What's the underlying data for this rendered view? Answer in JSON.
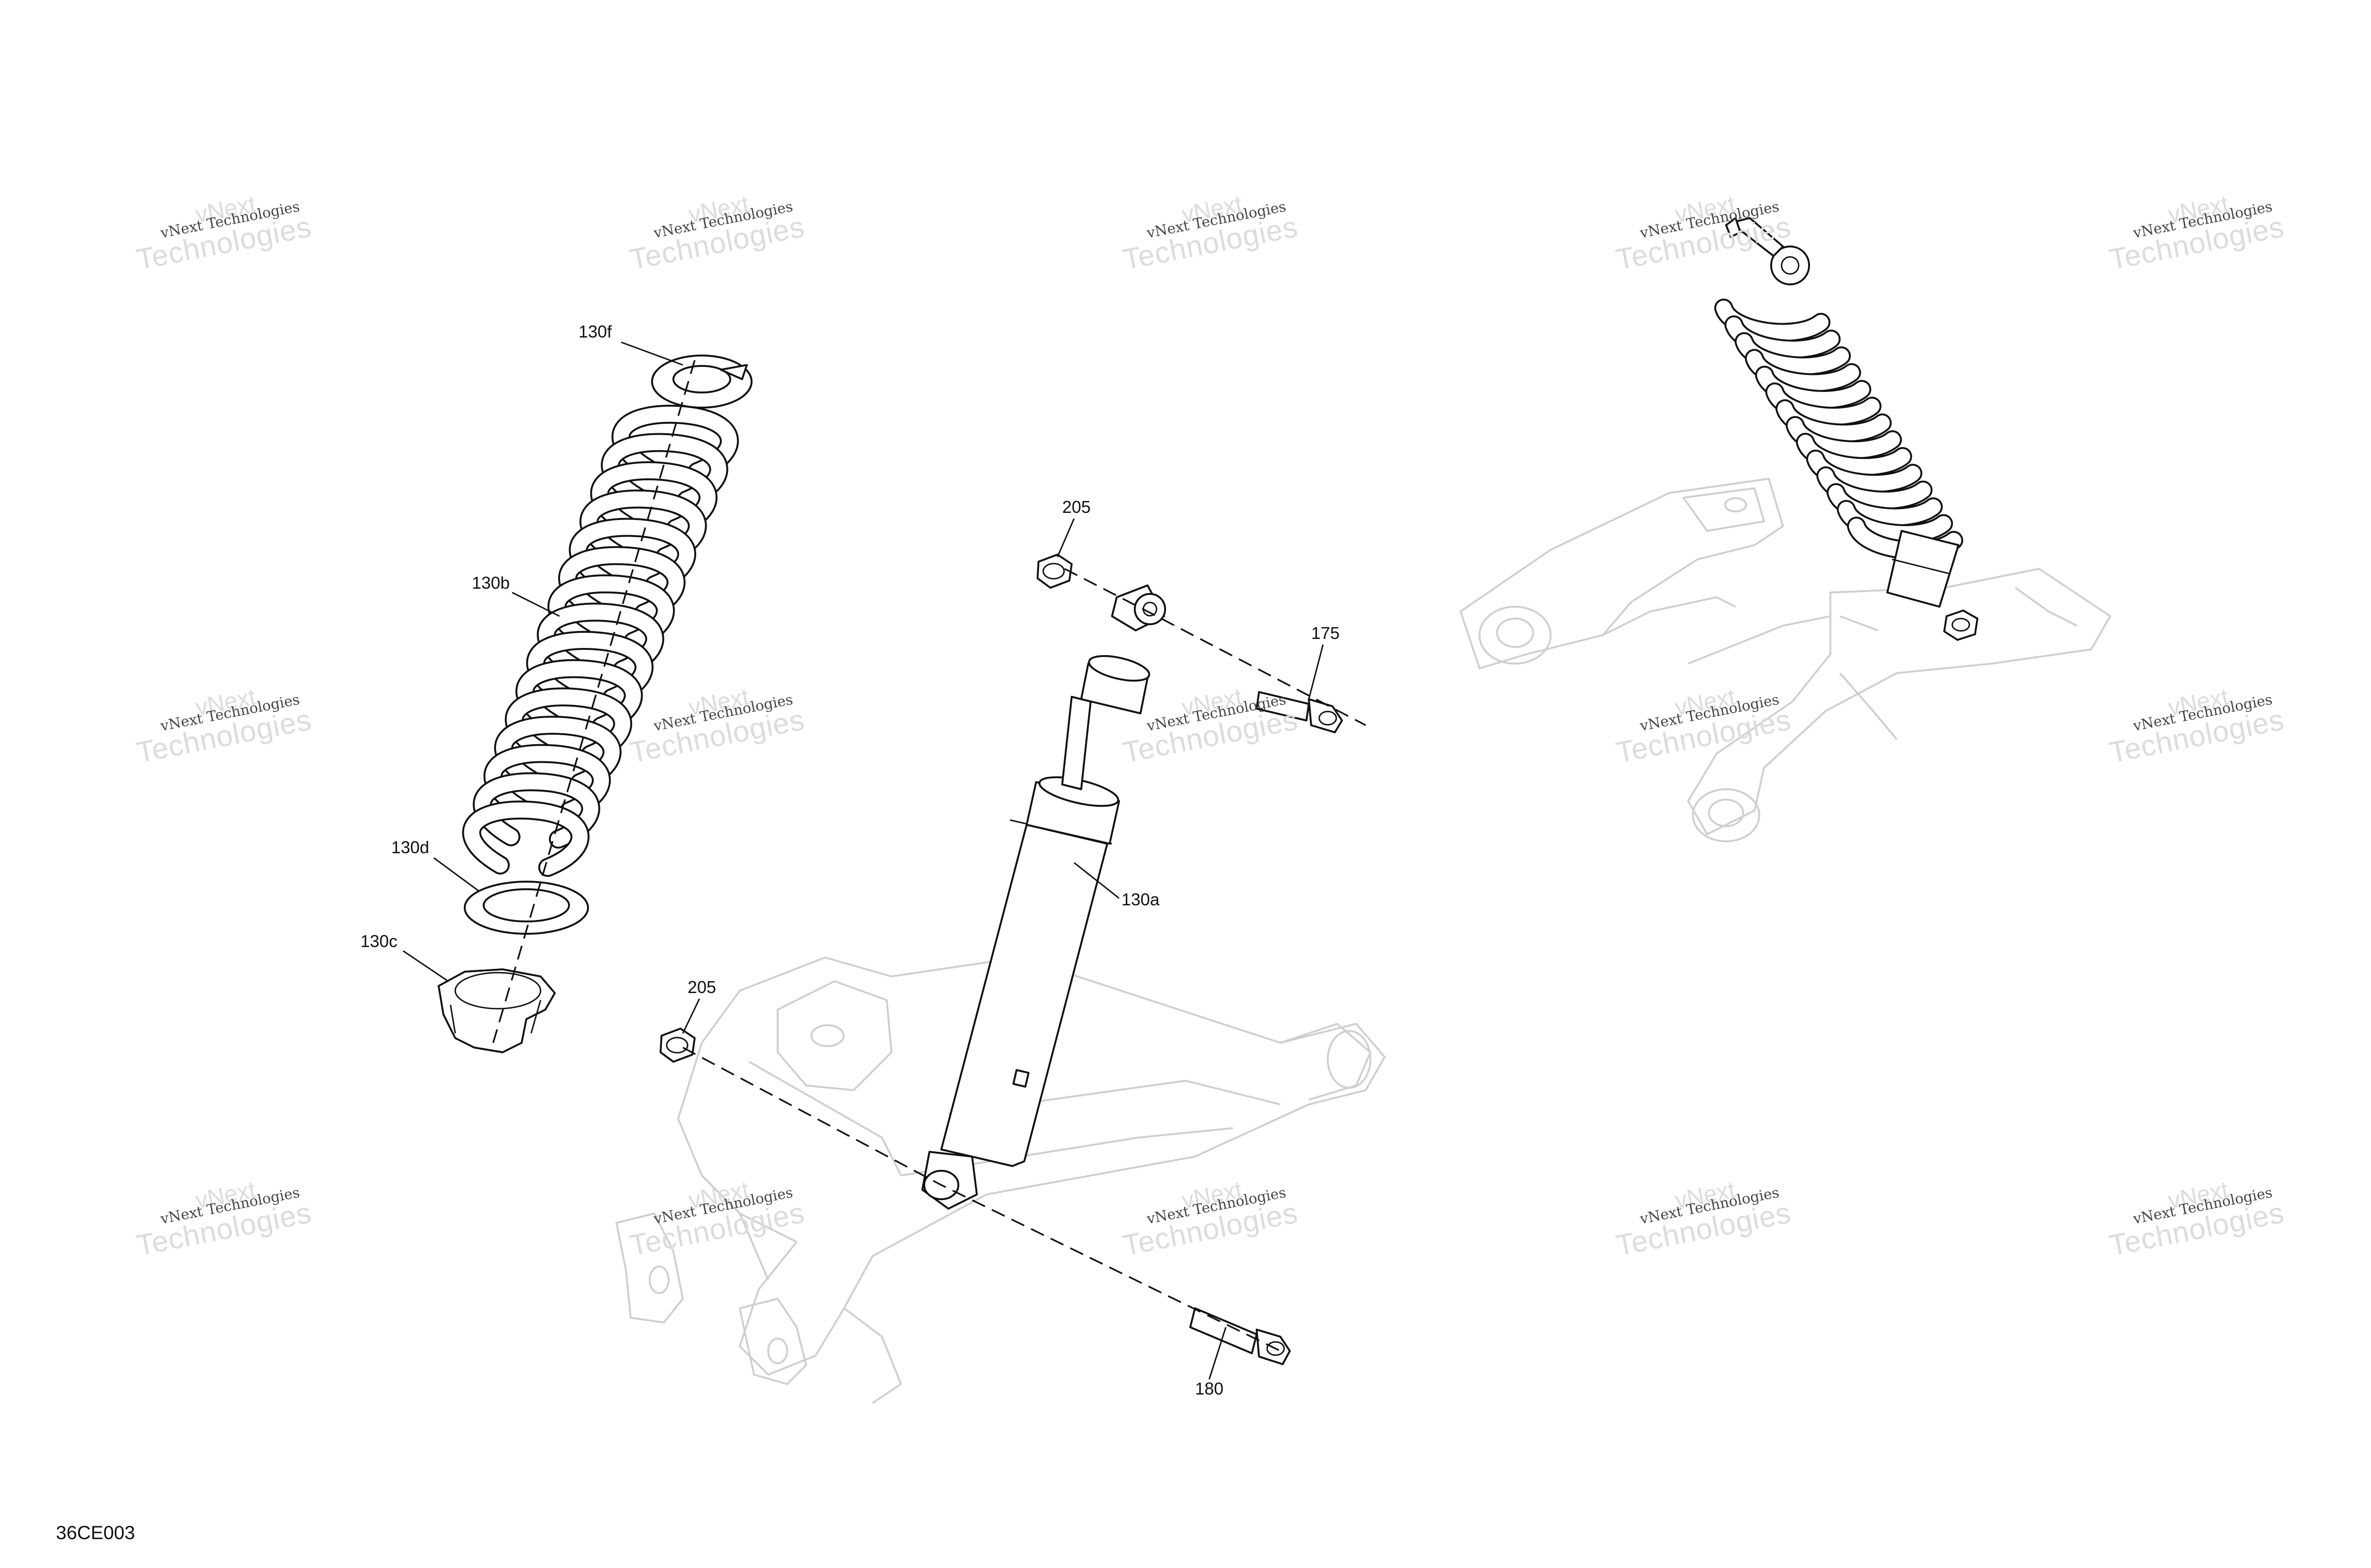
{
  "diagram": {
    "id_label": "36CE003",
    "callouts": {
      "c130f": "130f",
      "c130b": "130b",
      "c130d": "130d",
      "c130c": "130c",
      "c205_top": "205",
      "c175": "175",
      "c130a": "130a",
      "c205_bottom": "205",
      "c180": "180"
    }
  },
  "watermark": {
    "line1": "vNext Technologies",
    "line2": "Technologies",
    "line3": "vNext"
  }
}
